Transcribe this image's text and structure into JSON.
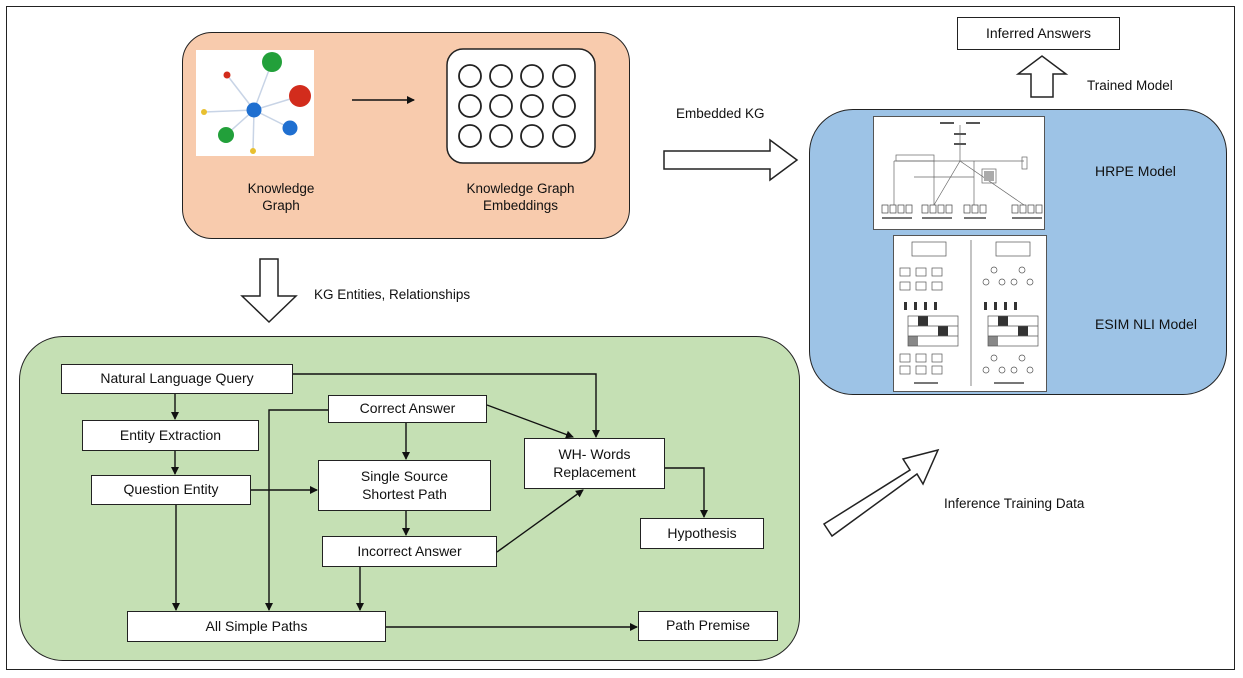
{
  "kg_panel": {
    "knowledge_graph_label": [
      "Knowledge",
      "Graph"
    ],
    "embeddings_label": [
      "Knowledge Graph",
      "Embeddings"
    ]
  },
  "arrows": {
    "embedded_kg": "Embedded KG",
    "kg_entities": "KG Entities, Relationships",
    "trained_model": "Trained Model",
    "inference_training_data": "Inference Training Data"
  },
  "outputs": {
    "inferred_answers": "Inferred Answers"
  },
  "models": {
    "hrpe": "HRPE Model",
    "esim": "ESIM NLI Model"
  },
  "pipeline": {
    "natural_language_query": "Natural Language Query",
    "entity_extraction": "Entity Extraction",
    "question_entity": "Question Entity",
    "correct_answer": "Correct Answer",
    "single_source_shortest_path": [
      "Single Source",
      "Shortest Path"
    ],
    "incorrect_answer": "Incorrect Answer",
    "wh_words_replacement": [
      "WH- Words",
      "Replacement"
    ],
    "hypothesis": "Hypothesis",
    "all_simple_paths": "All Simple Paths",
    "path_premise": "Path Premise"
  },
  "colors": {
    "kg_panel": "#f8cbad",
    "model_panel": "#9dc3e6",
    "pipeline_panel": "#c5e0b4",
    "node_green": "#22a03a",
    "node_red": "#d22c1c",
    "node_blue": "#1f6fd0",
    "node_yellow": "#e8c030"
  }
}
